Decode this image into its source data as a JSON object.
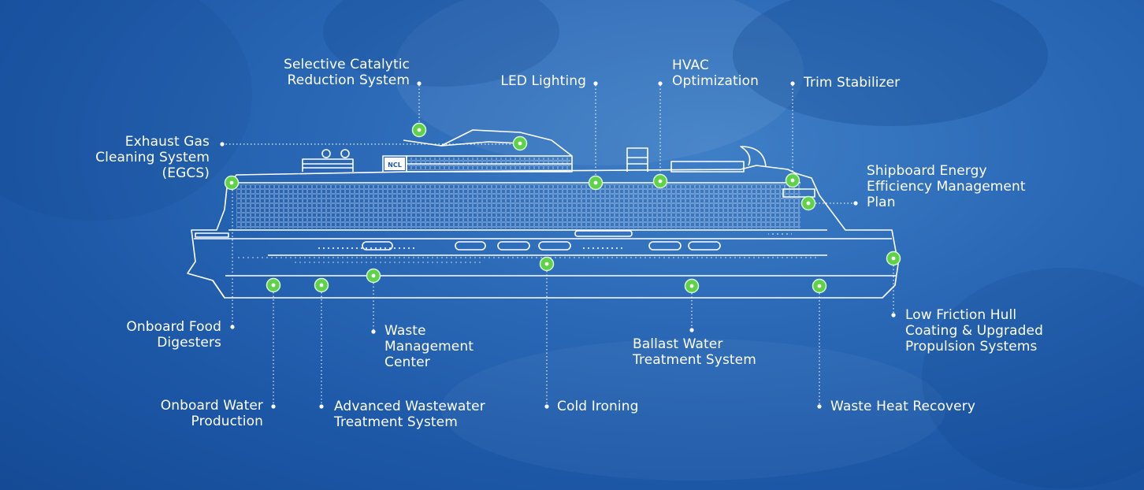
{
  "brand": {
    "ship_logo": "NCL"
  },
  "colors": {
    "background": "#2a68b6",
    "line": "#ffffff",
    "marker": "#5fd24a"
  },
  "features": {
    "scr": "Selective Catalytic\nReduction System",
    "led": "LED Lighting",
    "hvac": "HVAC\nOptimization",
    "trim": "Trim Stabilizer",
    "egcs": "Exhaust Gas\nCleaning System\n(EGCS)",
    "seemp": "Shipboard Energy\nEfficiency Management\nPlan",
    "food": "Onboard Food\nDigesters",
    "waste": "Waste\nManagement\nCenter",
    "ballast": "Ballast Water\nTreatment System",
    "hull": "Low Friction Hull\nCoating & Upgraded\nPropulsion Systems",
    "water": "Onboard Water\nProduction",
    "awt": "Advanced Wastewater\nTreatment System",
    "cold": "Cold Ironing",
    "heat": "Waste Heat Recovery"
  }
}
